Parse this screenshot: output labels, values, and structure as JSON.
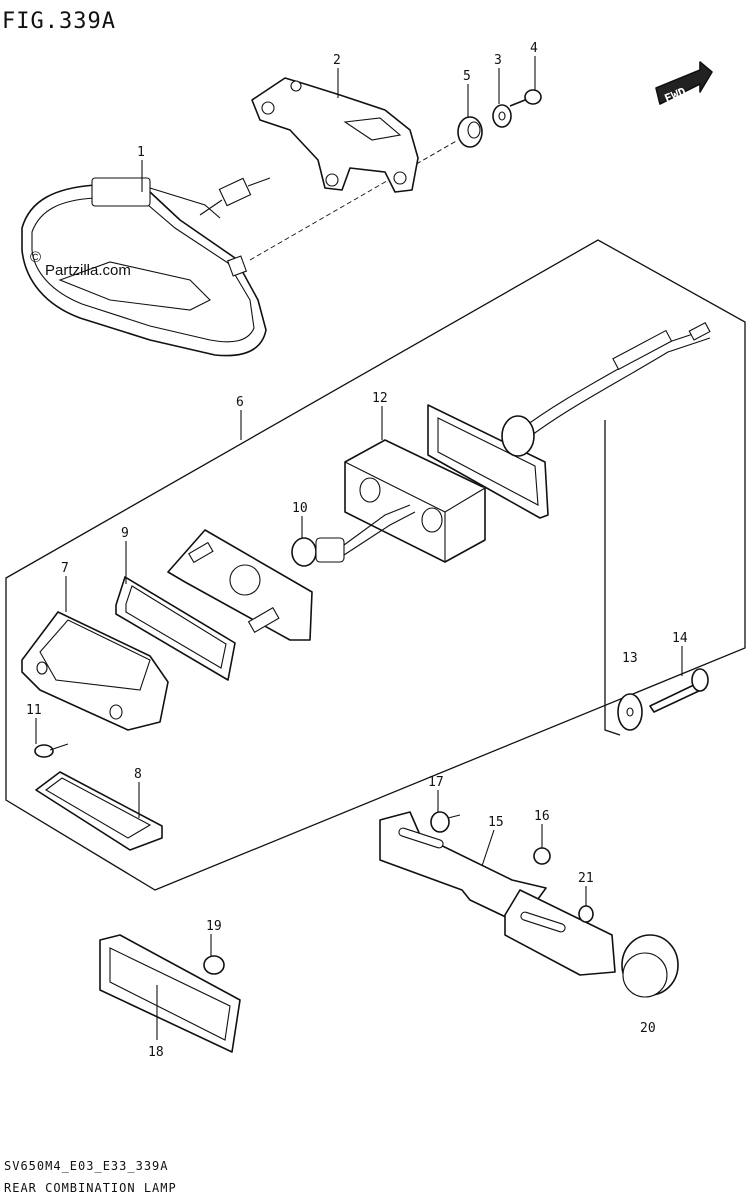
{
  "figure": {
    "title": "FIG.339A",
    "direction_badge": "FWD",
    "watermark": "Partzilla.com",
    "watermark_mark": "©"
  },
  "callouts": [
    "1",
    "2",
    "3",
    "4",
    "5",
    "6",
    "7",
    "8",
    "9",
    "10",
    "11",
    "12",
    "13",
    "14",
    "15",
    "16",
    "17",
    "18",
    "19",
    "20",
    "21"
  ],
  "footer": {
    "code": "SV650M4_E03_E33_339A",
    "caption": "REAR COMBINATION LAMP"
  }
}
